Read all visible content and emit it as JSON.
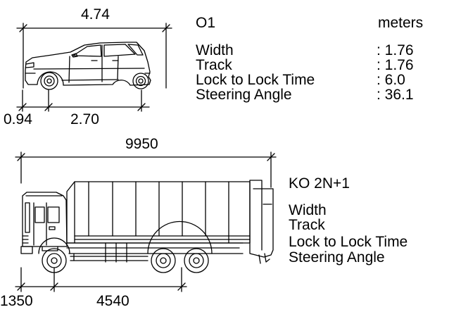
{
  "car": {
    "length_label": "4.74",
    "front_overhang_label": "0.94",
    "wheelbase_label": "2.70",
    "code": "O1",
    "units": "meters",
    "specs": [
      {
        "name": "Width",
        "value": ": 1.76"
      },
      {
        "name": "Track",
        "value": ": 1.76"
      },
      {
        "name": "Lock to Lock Time",
        "value": ": 6.0"
      },
      {
        "name": "Steering Angle",
        "value": ": 36.1"
      }
    ]
  },
  "truck": {
    "length_label": "9950",
    "front_overhang_label": "1350",
    "wheelbase_label": "4540",
    "code": "KO 2N+1",
    "specs": [
      {
        "name": "Width"
      },
      {
        "name": "Track"
      },
      {
        "name": "Lock to Lock Time"
      },
      {
        "name": "Steering Angle"
      }
    ]
  }
}
